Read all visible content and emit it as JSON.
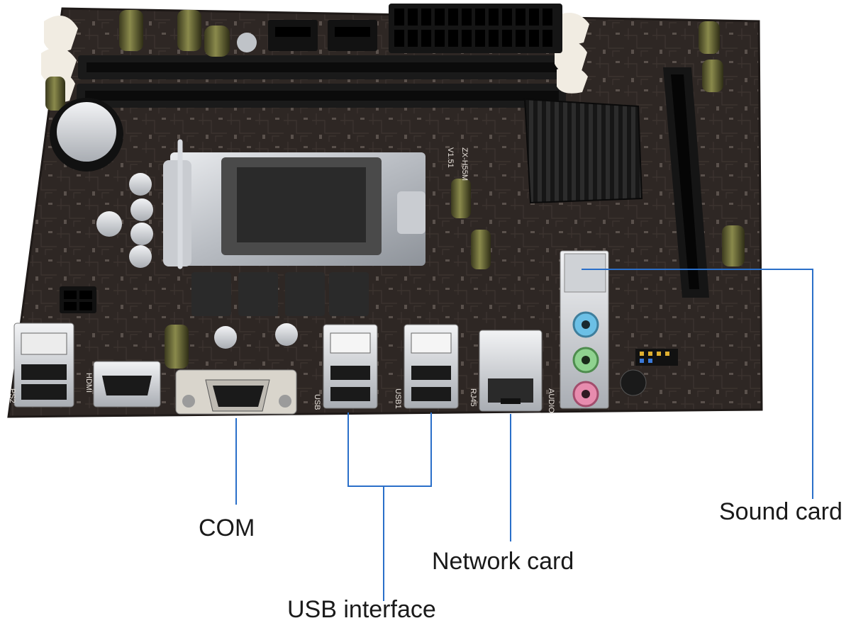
{
  "callouts": {
    "com": "COM",
    "usb": "USB interface",
    "network": "Network card",
    "sound": "Sound card"
  },
  "board_print": {
    "model": "ZX-H55M",
    "version": "V1.51",
    "ps2": "PS2",
    "hdmi": "HDMI",
    "usb1": "USB",
    "usb2": "USB1",
    "rj45": "RJ45",
    "audio": "AUDIO"
  },
  "colors": {
    "pcb": "#2e2724",
    "leader_line": "#2a6fc9",
    "audio_blue": "#6cc0e6",
    "audio_green": "#8fd28f",
    "audio_pink": "#e78cae"
  }
}
